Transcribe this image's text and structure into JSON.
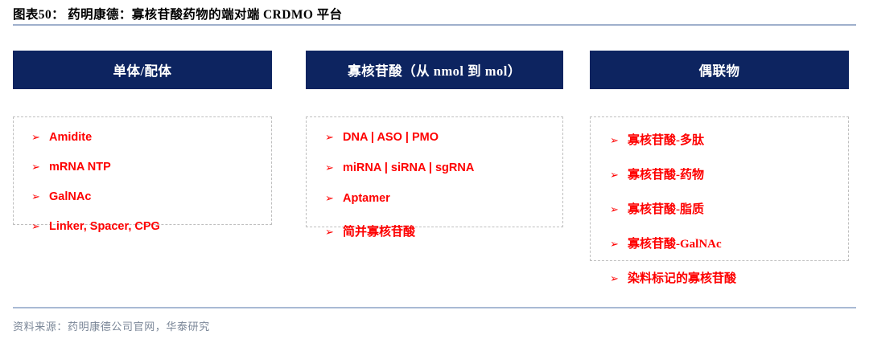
{
  "figure": {
    "title": "图表50：  药明康德：寡核苷酸药物的端对端 CRDMO 平台",
    "source": "资料来源：药明康德公司官网，华泰研究",
    "bullet_glyph": "➢",
    "colors": {
      "header_navy": "#0d2460",
      "bullet_red": "#fe0000",
      "dashed_border": "#bfbfbf",
      "rule_blue": "#a9bad4"
    }
  },
  "columns": [
    {
      "header": "单体/配体",
      "items": [
        {
          "text": "Amidite",
          "script": "en"
        },
        {
          "text": "mRNA NTP",
          "script": "en"
        },
        {
          "text": "GalNAc",
          "script": "en"
        },
        {
          "text": "Linker, Spacer, CPG",
          "script": "en"
        }
      ]
    },
    {
      "header": "寡核苷酸（从 nmol 到 mol）",
      "items": [
        {
          "text": "DNA | ASO | PMO",
          "script": "en"
        },
        {
          "text": "miRNA | siRNA | sgRNA",
          "script": "en"
        },
        {
          "text": "Aptamer",
          "script": "en"
        },
        {
          "text": "简并寡核苷酸",
          "script": "cn"
        }
      ]
    },
    {
      "header": "偶联物",
      "items": [
        {
          "text": "寡核苷酸-多肽",
          "script": "cn"
        },
        {
          "text": "寡核苷酸-药物",
          "script": "cn"
        },
        {
          "text": "寡核苷酸-脂质",
          "script": "cn"
        },
        {
          "text": "寡核苷酸-GalNAc",
          "script": "cn"
        },
        {
          "text": "染料标记的寡核苷酸",
          "script": "cn"
        }
      ]
    }
  ]
}
